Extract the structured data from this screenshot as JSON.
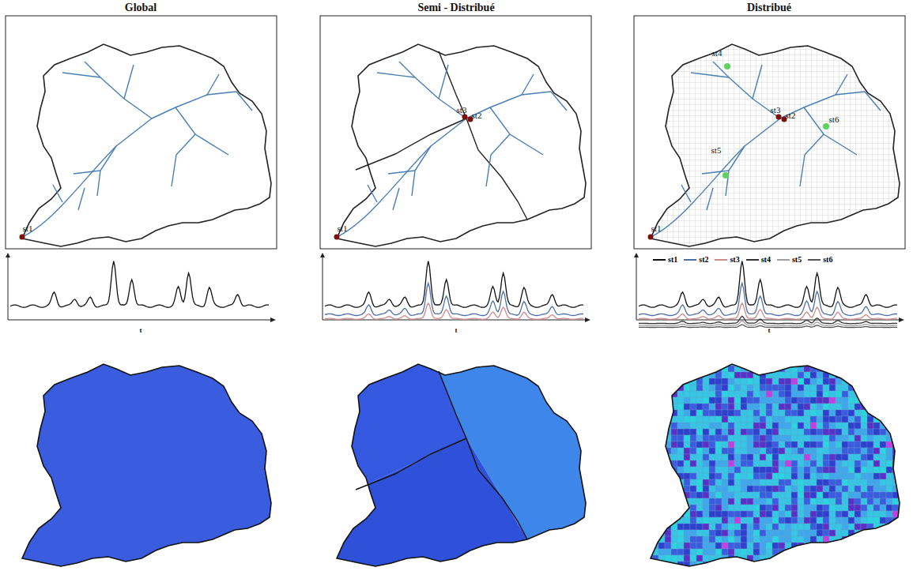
{
  "diagram": {
    "labels": [
      "Global",
      "Semi - Distribué",
      "Distribué",
      "st1",
      "st1",
      "st3",
      "st2",
      "st4",
      "st3",
      "st2",
      "st6",
      "st5",
      "st1",
      "t",
      "t",
      "t"
    ],
    "legend": [
      {
        "text": "st1"
      },
      {
        "text": "st2"
      },
      {
        "text": "st3"
      },
      {
        "text": "st4"
      },
      {
        "text": "st5"
      },
      {
        "text": "st6"
      }
    ]
  }
}
